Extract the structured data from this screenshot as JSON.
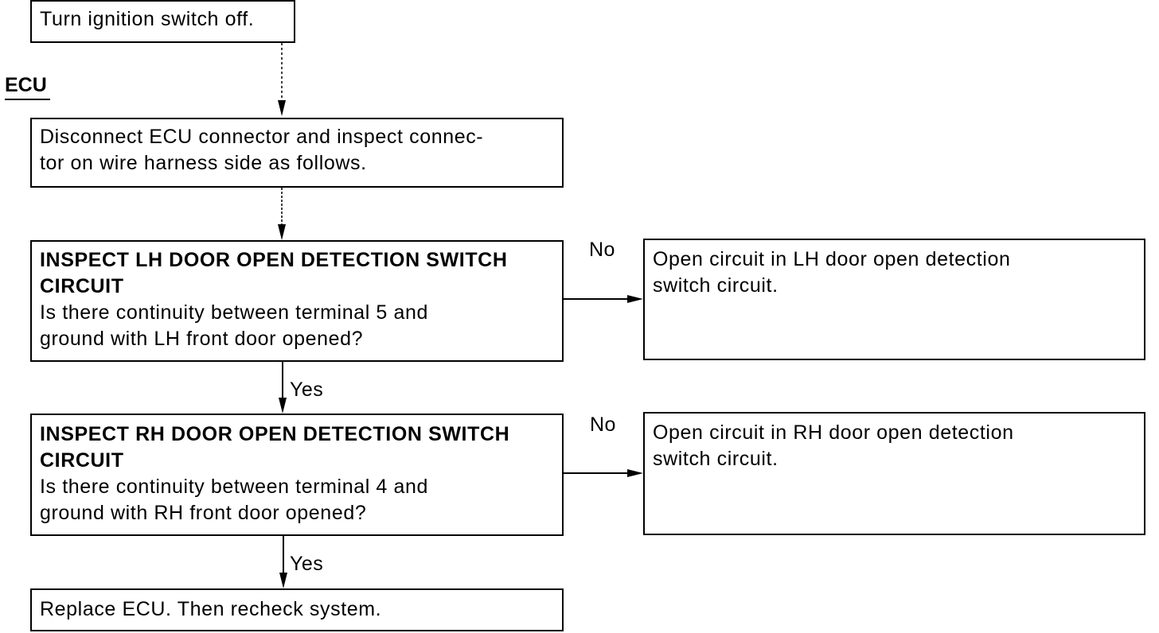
{
  "section": {
    "title": "ECU"
  },
  "steps": {
    "turn_off": {
      "text": "Turn ignition switch off."
    },
    "disconnect": {
      "lines": [
        "Disconnect ECU connector and inspect connec-",
        "tor on wire harness side as follows."
      ]
    },
    "inspect_lh": {
      "title_lines": [
        "INSPECT LH DOOR OPEN DETECTION SWITCH",
        "CIRCUIT"
      ],
      "question_lines": [
        "Is there continuity between terminal 5 and",
        "ground with LH front door opened?"
      ]
    },
    "inspect_rh": {
      "title_lines": [
        "INSPECT RH DOOR OPEN DETECTION SWITCH",
        "CIRCUIT"
      ],
      "question_lines": [
        "Is there continuity between terminal 4 and",
        "ground with RH front door opened?"
      ]
    },
    "replace_ecu": {
      "text": "Replace ECU. Then recheck system."
    }
  },
  "results": {
    "lh_open": {
      "lines": [
        "Open circuit in LH door open detection",
        "switch circuit."
      ]
    },
    "rh_open": {
      "lines": [
        "Open circuit in RH door open detection",
        "switch circuit."
      ]
    }
  },
  "branch_labels": {
    "lh_no": "No",
    "lh_yes": "Yes",
    "rh_no": "No",
    "rh_yes": "Yes"
  }
}
